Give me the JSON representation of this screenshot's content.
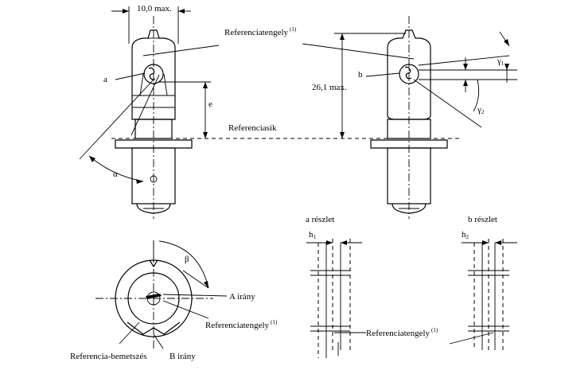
{
  "labels": {
    "width_dim": "10,0 max.",
    "ref_axis_top": "Referenciatengely",
    "ref_axis_top_sup": "(1)",
    "ref_plane": "Referenciasík",
    "height_dim": "26,1 max.",
    "a_left": "a",
    "e_dim": "e",
    "alpha_angle": "α",
    "b_label": "b",
    "gamma1": "γ",
    "gamma1_sub": "1",
    "gamma2": "γ",
    "gamma2_sub": "2",
    "beta": "β",
    "a_direction": "A irány",
    "ref_axis_mid": "Referenciatengely",
    "ref_axis_mid_sup": "(1)",
    "ref_notch": "Referencia-bemetszés",
    "b_direction": "B irány",
    "detail_a": "a részlet",
    "detail_b": "b részlet",
    "h1": "h",
    "h1_sub": "1",
    "h2": "h",
    "h2_sub": "2",
    "ref_axis_bottom": "Referenciatengely",
    "ref_axis_bottom_sup": "(1)"
  }
}
